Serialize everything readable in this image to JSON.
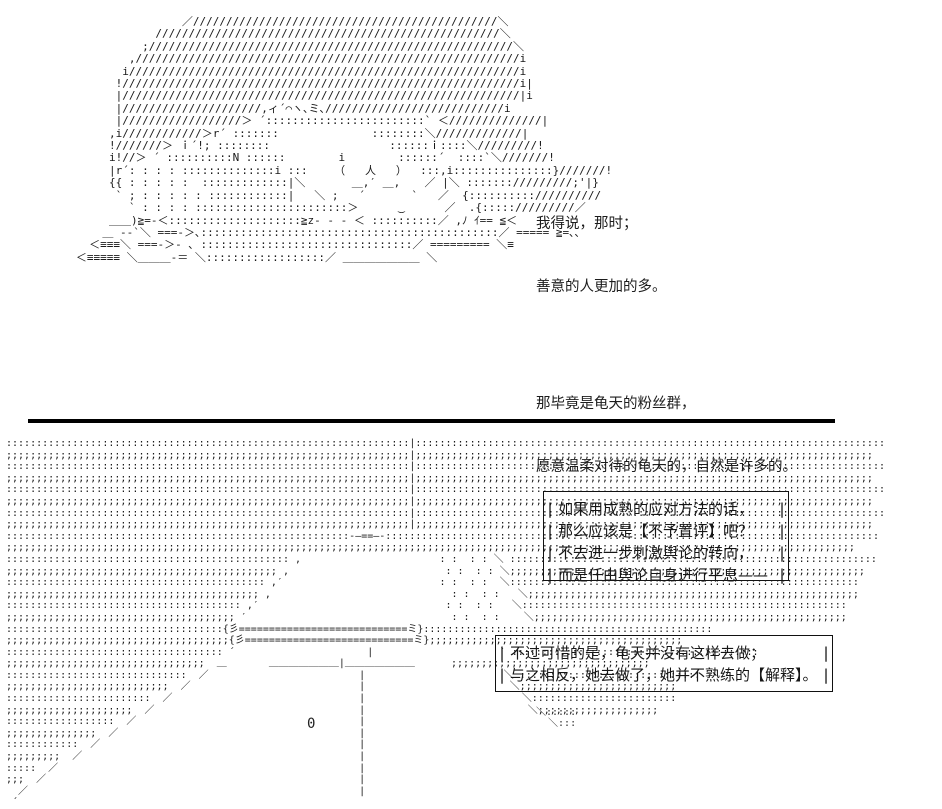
{
  "scene": {
    "background_color": "#ffffff",
    "text_color": "#1c1c1c",
    "divider_color": "#000000"
  },
  "narration": {
    "line_1": "我得说，那时；",
    "line_2": "善意的人更加的多。",
    "line_3": "那毕竟是龟天的粉丝群，",
    "line_4": "愿意温柔对待的龟天的，自然是许多的。"
  },
  "dialogues": [
    {
      "id": "dialogue-1",
      "rail_glyphs": "|\n|\n|\n|",
      "lines": [
        "如果用成熟的应对方法的话，",
        "那么应该是【不予置评】吧？",
        "不去进一步刺激舆论的转向，",
        "而是任由舆论自身进行平息——"
      ]
    },
    {
      "id": "dialogue-2",
      "rail_glyphs": "|\n|",
      "lines": [
        "不过可惜的是，龟天并没有这样去做；",
        "与之相反，她去做了，她并不熟练的【解释】。"
      ]
    }
  ],
  "bottom_marker": {
    "label": "0"
  },
  "accents": {
    "tail": "＼:::::\n  ＼:::"
  },
  "ascii_art": {
    "head": "                   ／//////////////////////////////////////////////＼\n               ////////////////////////////////////////////////////＼\n             ;///////////////////////////////////////////////////////＼\n           ,//////////////////////////////////////////////////////////i\n          i///////////////////////////////////////////////////////////i\n         !////////////////////////////////////////////////////////////i|\n         |////////////////////////////////////////////////////////////|i\n         |/////////////////////,ィ´⌒ヽ､ミ､///////////////////////////i\n         |//////////////////＞ ´::::::::::::::::::::::::` ＜//////////////|\n        ,i////////////＞r´ :::::::              ::::::::＼/////////////|\n        !///////＞ ｉ´!; ::::::::                  ::::::ｉ::::＼/////////!\n        i!//＞ ´ ::::::::::N ::::::        i        ::::::´  ::::`＼///////!\n        |r´: : : : ::::::::::::::i :::    （   人   ）  :::,i:::::::::::::::}///////!\n        {{ : : : : :  :::::::::::::|＼       ＿,′ ＿, 　 ／ |＼ ::::::://///////;'|}\n         ` ; : : : : : ::::::::::::|   ＼ ;   ´       `   ／  {:::::::::://////////\n           ` : : : : :::::::::::::::::::::::＞      ‿      ／  .{::::://///////／\n        ＿＿)≧=-＜::::::::::::::::::::≧z- - - ＜ ::::::::::／ ,ﾉ ｲ== ≦＜\n       ＿ -‐`＼ ===-＞､:::::::::::::::::::::::::::::::::::::::::::::／ ===== ≧=､､\n     ＜≡≡≡＼ ===-＞- ､ ::::::::::::::::::::::::::::::::／ ========= ＼≡\n   ＜≡≡≡≡≡ ＼＿＿＿-＝ ＼::::::::::::::::::／ ＿＿＿＿＿＿＿ ＼",
    "body": ":::::::::::::::::::::::::::::::::::::::::::::::::::::::::::::::::::|::::::::::::::::::::::::::::::::::::::::::::::::::::::::::::::::::::::::::::::\n;;;;;;;;;;;;;;;;;;;;;;;;;;;;;;;;;;;;;;;;;;;;;;;;;;;;;;;;;;;;;;;;;;;|;;;;;;;;;;;;;;;;;;;;;;;;;;;;;;;;;;;;;;;;;;;;;;;;;;;;;;;;;;;;;;;;;;;;;;;;;;;;\n:::::::::::::::::::::::::::::::::::::::::::::::::::::::::::::::::::|::::::::::::::::::::::::::::::::::::::::::::::::::::::::::::::::::::::::::::::\n;;;;;;;;;;;;;;;;;;;;;;;;;;;;;;;;;;;;;;;;;;;;;;;;;;;;;;;;;;;;;;;;;;;|;;;;;;;;;;;;;;;;;;;;;;;;;;;;;;;;;;;;;;;;;;;;;;;;;;;;;;;;;;;;;;;;;;;;;;;;;;;;\n:::::::::::::::::::::::::::::::::::::::::::::::::::::::::::::::::::|::::::::::::::::::::::::::::::::::::::::::::::::::::::::::::::::::::::::::::::\n;;;;;;;;;;;;;;;;;;;;;;;;;;;;;;;;;;;;;;;;;;;;;;;;;;;;;;;;;;;;;;;;;;;|;;;;;;;;;;;;;;;;;;;;;;;;;;;;;;;;;;;;;;;;;;;;;;;;;;;;;;;;;;;;;;;;;;;;;;;;;;;;\n:::::::::::::::::::::::::::::::::::::::::::::::::::::::::::::::::::|::::::::::::::::::::::::::::::::::::::::::::::::::::::::::::::::::::::::::::::\n;;;;;;;;;;;;;;;;;;;;;;;;;;;;;;;;;;;;;;;;;;;;;;;;;;;;;;;;;;;;;;;;;;;|;;;;;;;;;;;;;;;;;;;;;;;;;;;;;;;;;;;;;;;;;;;;;;;;;;;;;;;;;;;;;;;;;;;;;;;;;;;;\n:::::::::::::::::::::::::::::::::::::::::::::::::::::::::-―==―-::::::::::::::::::::::::::::::::::::::::::::::::::::::::::::::::::::::::::::::::::\n;;;;;;;;;;;;;;;;;;;;;;;;;;;;;;;;;;;;;;;;;;;;;;;;;;;;;;;;;;;;;;;;;;;;;;;;;;;;;;;;;;;;;;;;;;;;;;;;;;;;;;;;;;;;;;;;;;;;;;;;;;;;;;;;;;;;;;;;;;;;;\n::::::::::::::::::::::::::::::::::::::::::::::: ,                       : :  : : ＼ :::::::::::::::::::::::::::::::::::::::::::::::::::::::::::::\n;;;;;;;;;;;;;;;;;;;;;;;;;;;;;;;;;;;;;;;;;;;;; ,                          : :  : : ＼;;;;;;;;;;;;;;;;;;;;;;;;;;;;;;;;;;;;;;;;;;;;;;;;;;;;;;;;;;;\n::::::::::::::::::::::::::::::::::::::::::: ,′                          : :  : :  ＼::::::::::::::::::::::::::::::::::::::::::::::::::::::::::\n;;;;;;;;;;;;;;;;;;;;;;;;;;;;;;;;;;;;;;;;;; ,                              : :  : :   ＼;;;;;;;;;;;;;;;;;;;;;;;;;;;;;;;;;;;;;;;;;;;;;;;;;;;;;;;\n::::::::::::::::::::::::::::::::::::::: ,′                               : :  : :   ＼::::::::::::::::::::::::::::::::::::::::::::::::::::::\n;;;;;;;;;;;;;;;;;;;;;;;;;;;;;;;;;;;;;; ′                                  : :  : :    ＼;;;;;;;;;;;;;;;;;;;;;;;;;;;;;;;;;;;;;;;;;;;;;;;;;;;;\n::::::::::::::::::::::::::::::::::::{彡============================ミ}::::::::::::::::::::::::::::::::::::::::::::::::\n;;;;;;;;;;;;;;;;;;;;;;;;;;;;;;;;;;;;;{彡============================ミ};;;;;;;;;;;;;;;;;;;;;;;;;;;;;;;;;;;;;;;;;;\n:::::::::::::::::::::::::::::::::::: ´                      |                     ` :::::::::::::::::::::::::::::::::::::::::\n;;;;;;;;;;;;;;;;;;;;;;;;;;;;;;;;;  ＿       ＿＿＿＿＿＿＿|＿＿＿＿＿＿＿      ;;;;;;;;;;;;;;;;;;;;;;;;;;;;;;;;;\n::::::::::::::::::::::::::::::  ／                         |                       ＼ ::::::::::::::::::::::::::::::\n;;;;;;;;;;;;;;;;;;;;;;;;;;;  ／                            |                        ＼;;;;;;;;;;;;;;;;;;;;;;;;;;\n::::::::::::::::::::::::  ／                               |                          ＼::::::::::::::::::::::::\n;;;;;;;;;;;;;;;;;;;;;  ／                                  |                           ＼;;;;;;;;;;;;;;;;;;;;\n::::::::::::::::::  ／                                     |\n;;;;;;;;;;;;;;;  ／                                        |\n::::::::::::  ／                                           |\n;;;;;;;;;  ／                                              |\n:::::  ／                                                  |\n;;;  ／                                                    |\n  ／                                                       |\n ´"
  }
}
